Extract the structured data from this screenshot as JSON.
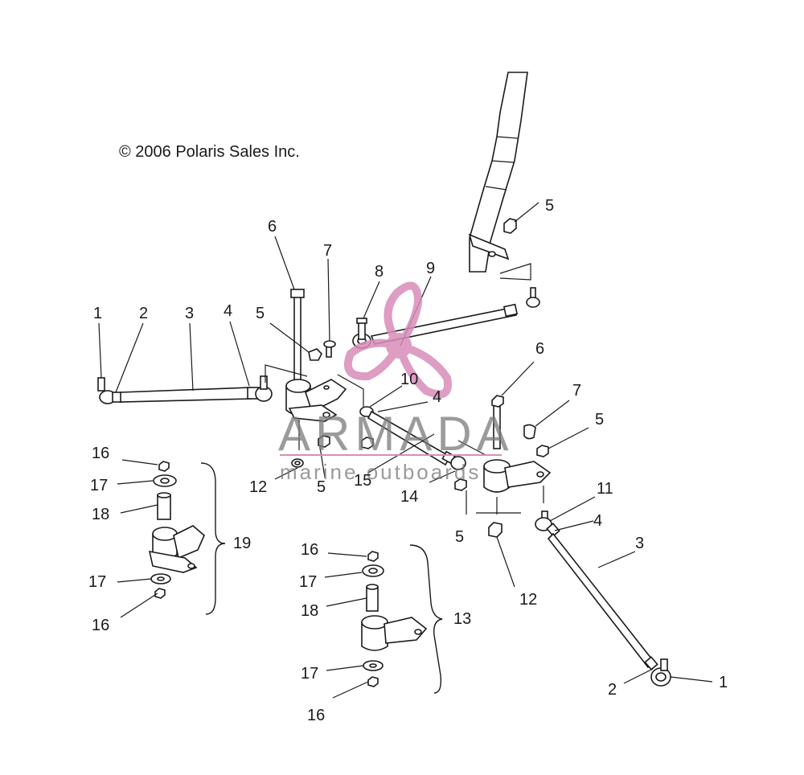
{
  "copyright": "© 2006 Polaris Sales Inc.",
  "watermark": {
    "brand": "ARMADA",
    "tagline": "marine outboards",
    "logo_color": "#d98cb8",
    "text_color": "#7a7a7a"
  },
  "callouts": [
    {
      "id": "c1a",
      "text": "1"
    },
    {
      "id": "c2a",
      "text": "2"
    },
    {
      "id": "c3a",
      "text": "3"
    },
    {
      "id": "c4a",
      "text": "4"
    },
    {
      "id": "c5a",
      "text": "5"
    },
    {
      "id": "c6a",
      "text": "6"
    },
    {
      "id": "c7a",
      "text": "7"
    },
    {
      "id": "c8a",
      "text": "8"
    },
    {
      "id": "c9a",
      "text": "9"
    },
    {
      "id": "c5b",
      "text": "5"
    },
    {
      "id": "c10a",
      "text": "10"
    },
    {
      "id": "c4b",
      "text": "4"
    },
    {
      "id": "c6b",
      "text": "6"
    },
    {
      "id": "c7b",
      "text": "7"
    },
    {
      "id": "c5c",
      "text": "5"
    },
    {
      "id": "c16a",
      "text": "16"
    },
    {
      "id": "c17a",
      "text": "17"
    },
    {
      "id": "c18a",
      "text": "18"
    },
    {
      "id": "c19a",
      "text": "19"
    },
    {
      "id": "c17b",
      "text": "17"
    },
    {
      "id": "c16b",
      "text": "16"
    },
    {
      "id": "c12a",
      "text": "12"
    },
    {
      "id": "c5d",
      "text": "5"
    },
    {
      "id": "c15a",
      "text": "15"
    },
    {
      "id": "c14a",
      "text": "14"
    },
    {
      "id": "c11a",
      "text": "11"
    },
    {
      "id": "c4c",
      "text": "4"
    },
    {
      "id": "c3b",
      "text": "3"
    },
    {
      "id": "c5e",
      "text": "5"
    },
    {
      "id": "c12b",
      "text": "12"
    },
    {
      "id": "c16c",
      "text": "16"
    },
    {
      "id": "c17c",
      "text": "17"
    },
    {
      "id": "c18b",
      "text": "18"
    },
    {
      "id": "c13a",
      "text": "13"
    },
    {
      "id": "c17d",
      "text": "17"
    },
    {
      "id": "c16d",
      "text": "16"
    },
    {
      "id": "c2b",
      "text": "2"
    },
    {
      "id": "c1b",
      "text": "1"
    }
  ]
}
